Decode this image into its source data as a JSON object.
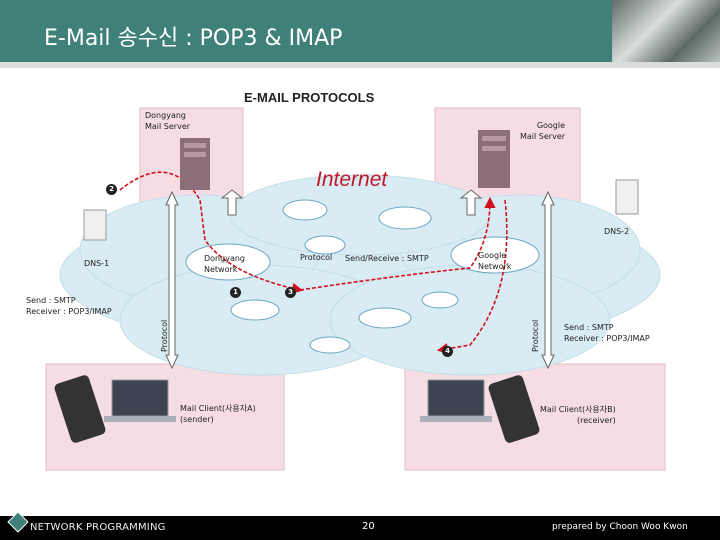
{
  "header": {
    "title": "E-Mail 송수신 : POP3 & IMAP"
  },
  "diagram": {
    "title": "E-MAIL PROTOCOLS",
    "internet_label": "Internet",
    "dongyang_server": "Dongyang\nMail Server",
    "google_server": "Google\nMail Server",
    "dongyang_network": "Dongyang\nNetwork",
    "google_network": "Google\nNetwork",
    "dns1": "DNS-1",
    "dns2": "DNS-2",
    "left_protocol": "Send : SMTP\nReceiver : POP3/IMAP",
    "right_protocol": "Send : SMTP\nReceiver : POP3/IMAP",
    "protocol_left_vertical": "Protocol",
    "protocol_right_vertical": "Protocol",
    "protocol_middle": "Protocol",
    "send_receive": "Send/Receive : SMTP",
    "client_a": "Mail Client(사용자A)\n(sender)",
    "client_b": "Mail Client(사용자B)\n(receiver)",
    "step1": "1",
    "step2": "2",
    "step3": "3",
    "step4": "4"
  },
  "footer": {
    "left": "NETWORK PROGRAMMING",
    "page": "20",
    "right": "prepared by Choon Woo Kwon"
  },
  "colors": {
    "header": "#3f8078",
    "pink_box": "#f6dde3",
    "cloud": "#d9ecf3",
    "red_arrow": "#d0121e"
  }
}
